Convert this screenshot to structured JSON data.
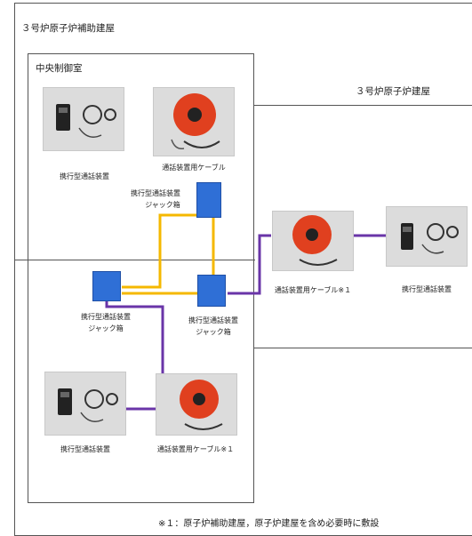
{
  "buildings": {
    "aux_building": "３号炉原子炉補助建屋",
    "reactor_building": "３号炉原子炉建屋",
    "control_room": "中央制御室"
  },
  "devices": {
    "portable_phone_top": "携行型通話装置",
    "cable_top": "通話装置用ケーブル",
    "jack_box_top": [
      "携行型通話装置",
      "ジャック箱"
    ],
    "jack_box_left": [
      "携行型通話装置",
      "ジャック箱"
    ],
    "jack_box_right": [
      "携行型通話装置",
      "ジャック箱"
    ],
    "cable_right": "通話装置用ケーブル※１",
    "portable_phone_right": "携行型通話装置",
    "portable_phone_bottom": "携行型通話装置",
    "cable_bottom": "通話装置用ケーブル※１"
  },
  "note": "※１：原子炉補助建屋，原子炉建屋を含め必要時に敷設",
  "colors": {
    "jack_box": "#2f6fd6",
    "yellow_wire": "#f5b800",
    "purple_wire": "#6a35a8",
    "reel": "#e0401f",
    "frame": "#555555"
  }
}
